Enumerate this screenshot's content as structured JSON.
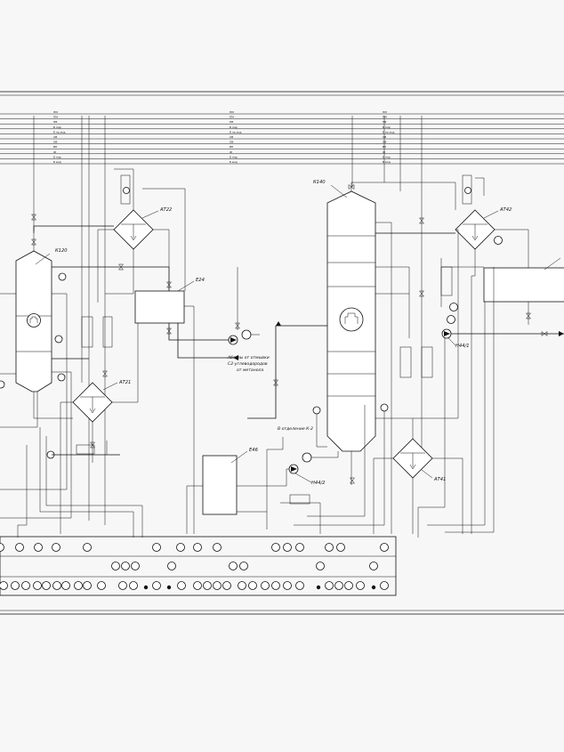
{
  "diagram": {
    "equipment": {
      "k120": "К120",
      "k140": "К140",
      "at22": "АТ22",
      "at21": "АТ21",
      "at42": "АТ42",
      "at41": "АТ41",
      "e24": "Е24",
      "e46": "Е46",
      "n44_1": "Н44/1",
      "n44_2": "Н44/2"
    },
    "notes": {
      "waste_line1": "Абгазы от отмывки",
      "waste_line2": "С2-углеводородов",
      "waste_line3": "от метанола",
      "to_section": "В отделение К-2"
    },
    "header_labels": [
      "ПМ",
      "ПМ",
      "ПВ",
      "Б пар",
      "Б пр.вод",
      "СВ",
      "ОВ",
      "ВН",
      "Ж",
      "Б пар",
      "Б вод"
    ],
    "colors": {
      "line": "#111111",
      "background": "#f7f7f7"
    }
  }
}
